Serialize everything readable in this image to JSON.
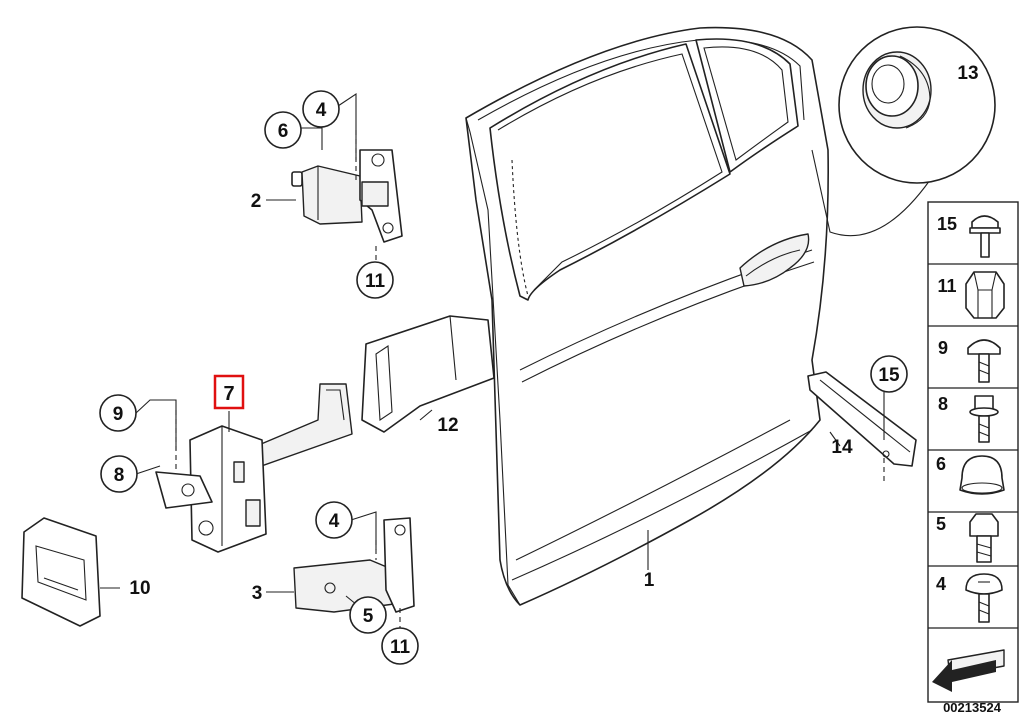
{
  "diagram_number": "00213524",
  "callouts": {
    "door": "1",
    "upper_hinge": "2",
    "lower_hinge": "3",
    "upper_hinge_screw": "4",
    "lower_hinge_screw": "4",
    "lower_hinge_bolt": "5",
    "upper_hinge_cap": "6",
    "door_check_strap": "7",
    "check_strap_bolt": "8",
    "check_strap_screw": "9",
    "grommet_cover": "10",
    "upper_hinge_nut": "11",
    "lower_hinge_nut": "11",
    "rubber_boot": "12",
    "plug_detail": "13",
    "bracket": "14",
    "bracket_screw": "15"
  },
  "fastener_panel": {
    "items": [
      {
        "number": "15",
        "icon": "torx-screw-icon"
      },
      {
        "number": "11",
        "icon": "hex-nut-icon"
      },
      {
        "number": "9",
        "icon": "pan-head-screw-icon"
      },
      {
        "number": "8",
        "icon": "hex-bolt-with-washer-icon"
      },
      {
        "number": "6",
        "icon": "cap-icon"
      },
      {
        "number": "5",
        "icon": "hex-bolt-icon"
      },
      {
        "number": "4",
        "icon": "torx-flange-screw-icon"
      }
    ],
    "footer_icon": "arrow-plate-icon"
  },
  "colors": {
    "line": "#222222",
    "highlight": "#e01010",
    "background": "#ffffff"
  }
}
